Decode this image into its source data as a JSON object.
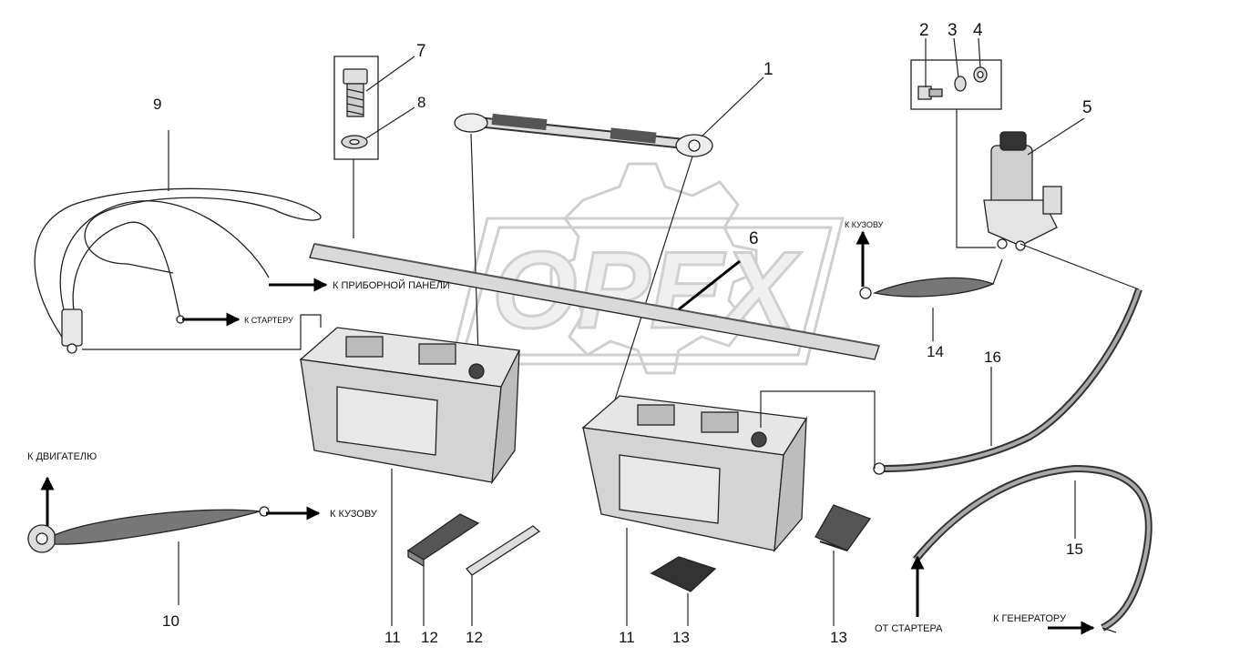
{
  "watermark": {
    "text": "OPEX"
  },
  "callouts": {
    "c1": "1",
    "c2": "2",
    "c3": "3",
    "c4": "4",
    "c5": "5",
    "c6": "6",
    "c7": "7",
    "c8": "8",
    "c9": "9",
    "c10": "10",
    "c11a": "11",
    "c11b": "11",
    "c12a": "12",
    "c12b": "12",
    "c13a": "13",
    "c13b": "13",
    "c14": "14",
    "c15": "15",
    "c16": "16"
  },
  "notes": {
    "to_dashboard": "К ПРИБОРНОЙ ПАНЕЛИ",
    "to_starter": "К СТАРТЕРУ",
    "to_body_top": "К КУЗОВУ",
    "to_engine": "К ДВИГАТЕЛЮ",
    "to_body_bottom": "К КУЗОВУ",
    "from_starter": "ОТ СТАРТЕРА",
    "to_generator": "К ГЕНЕРАТОРУ"
  }
}
